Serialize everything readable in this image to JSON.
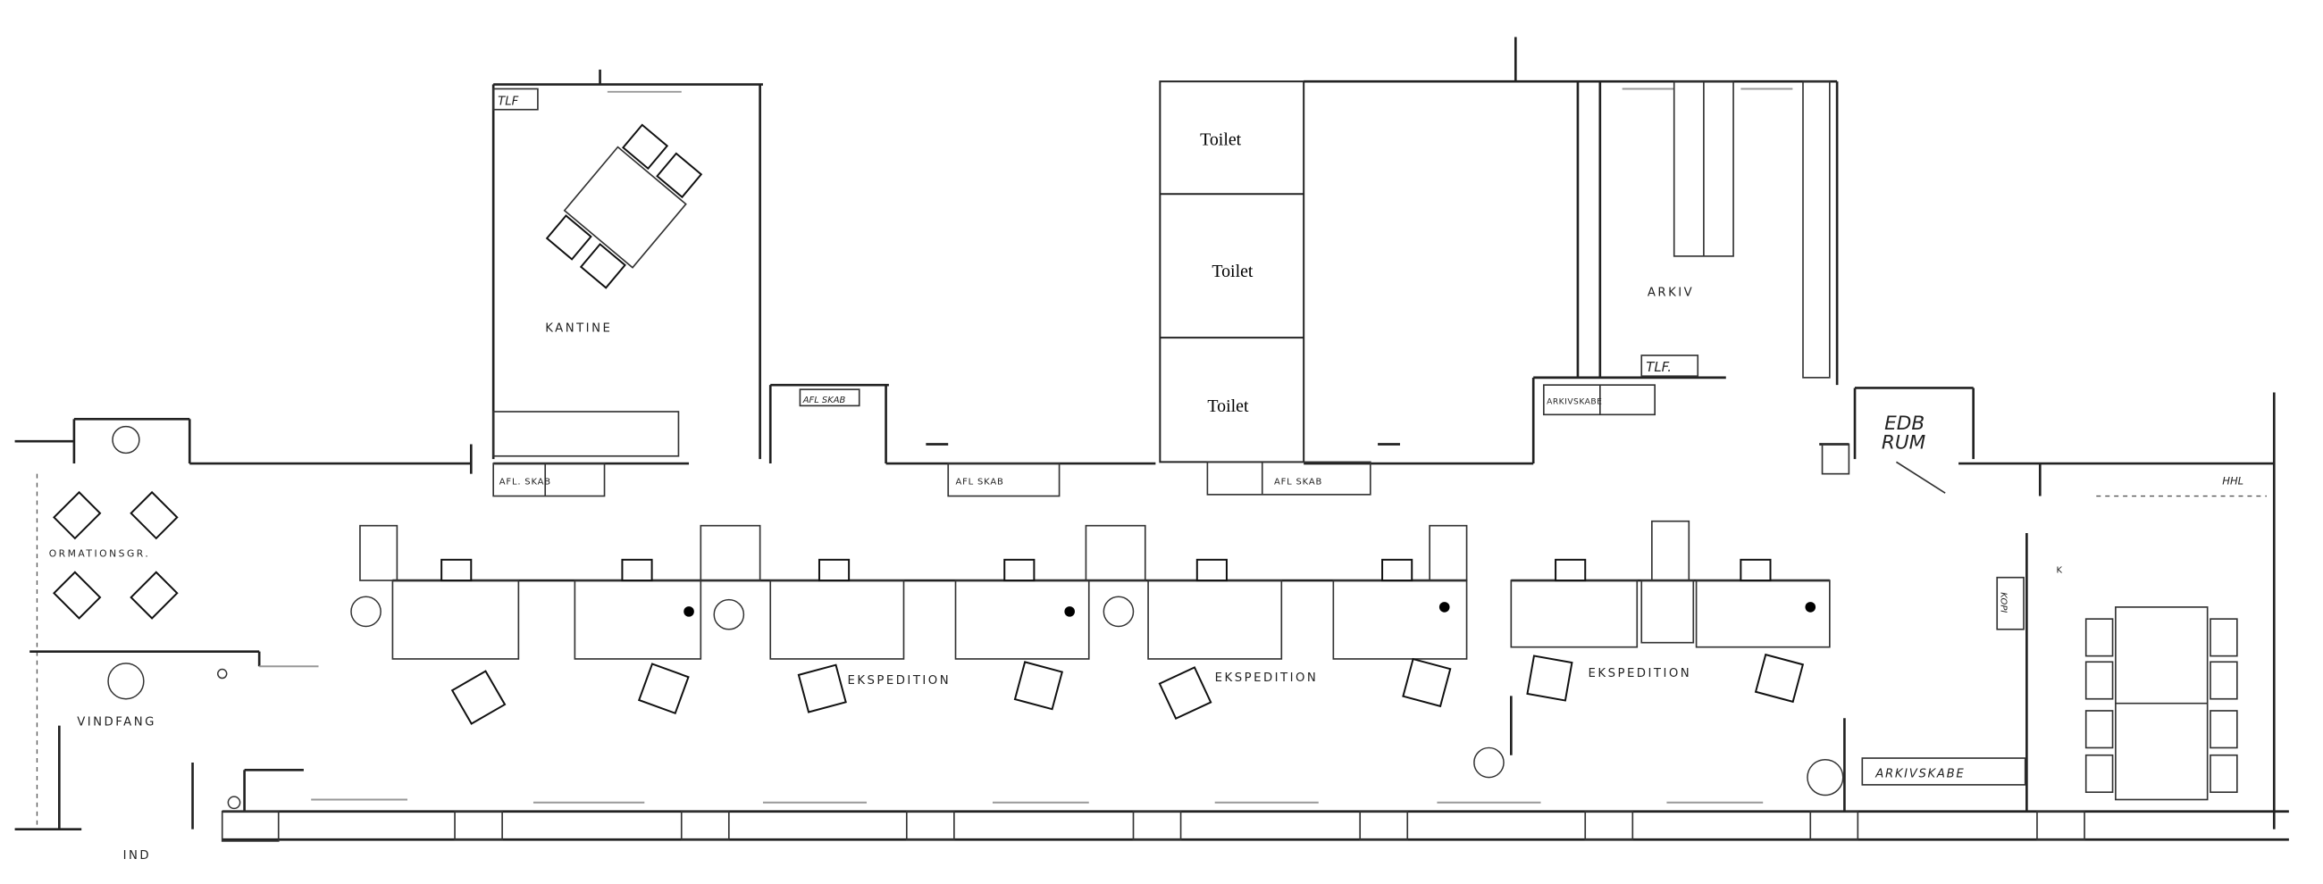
{
  "plan": {
    "rooms": {
      "kantine": "KANTINE",
      "toilet_1": "Toilet",
      "toilet_2": "Toilet",
      "toilet_3": "Toilet",
      "arkiv": "ARKIV",
      "edb_rum_line1": "EDB",
      "edb_rum_line2": "RUM",
      "informationsgr": "ORMATIONSGR.",
      "vindfang": "VINDFANG",
      "ekspedition_1": "EKSPEDITION",
      "ekspedition_2": "EKSPEDITION",
      "ekspedition_3": "EKSPEDITION",
      "entrance": "IND"
    },
    "fixtures": {
      "tlf_kantine": "TLF",
      "tlf_arkiv": "TLF.",
      "afl_skab_1": "AFL. SKAB",
      "afl_skab_2": "AFL SKAB",
      "afl_skab_3": "AFL SKAB",
      "afl_skab_4": "AFL SKAB",
      "arkivskabe_1": "ARKIVSKABE",
      "arkivskabe_2": "ARKIVSKABE",
      "hhl": "HHL",
      "kopi": "KOPI",
      "k_mark": "K"
    }
  }
}
